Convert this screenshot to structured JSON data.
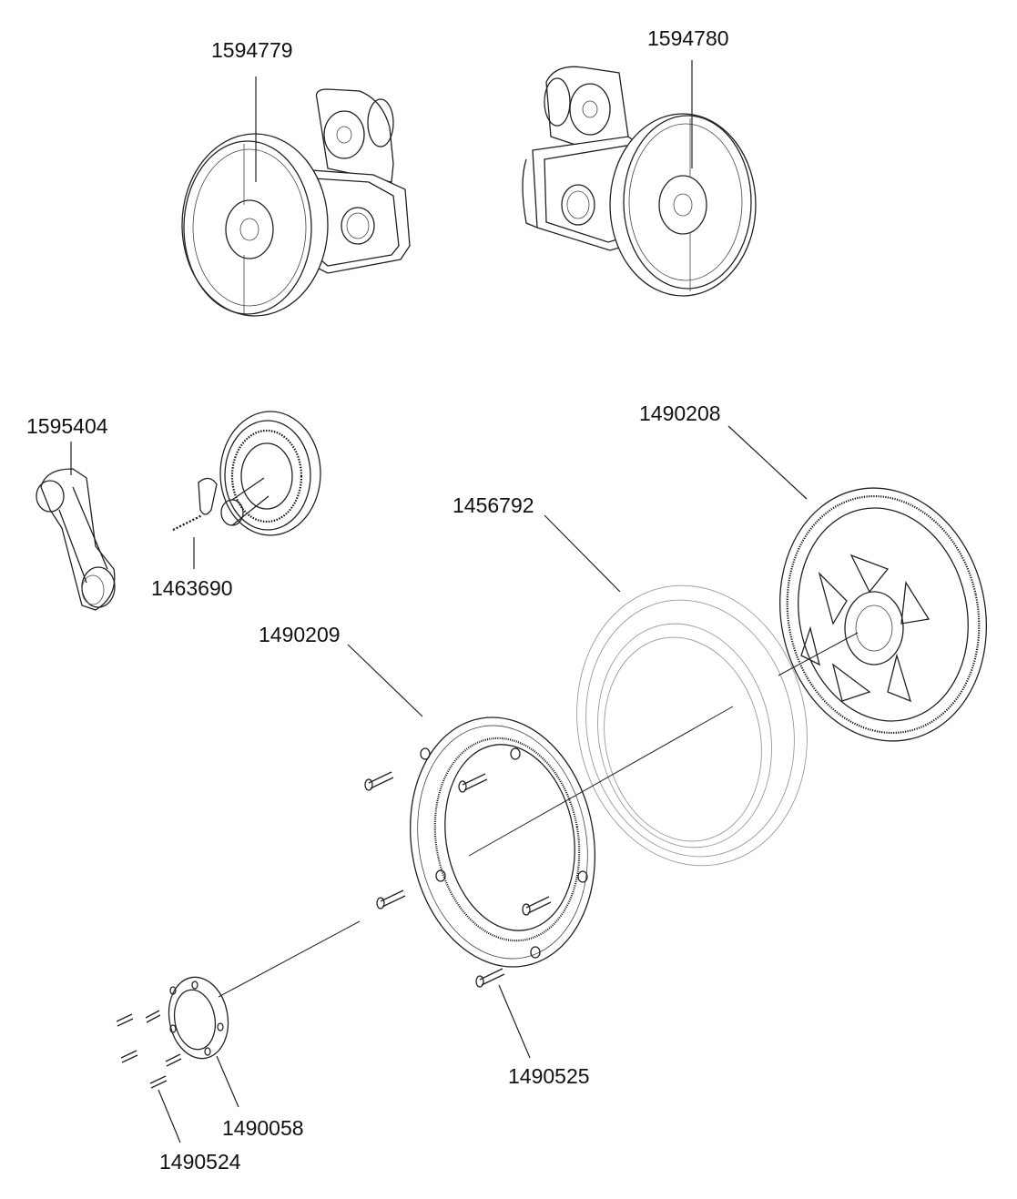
{
  "labels": {
    "p1594779": "1594779",
    "p1594780": "1594780",
    "p1595404": "1595404",
    "p1463690": "1463690",
    "p1490208": "1490208",
    "p1456792": "1456792",
    "p1490209": "1490209",
    "p1490525": "1490525",
    "p1490058": "1490058",
    "p1490524": "1490524"
  }
}
